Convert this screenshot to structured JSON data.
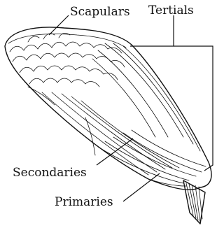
{
  "figure": {
    "labels": {
      "scapulars": "Scapulars",
      "tertials": "Tertials",
      "secondaries": "Secondaries",
      "primaries": "Primaries"
    }
  }
}
